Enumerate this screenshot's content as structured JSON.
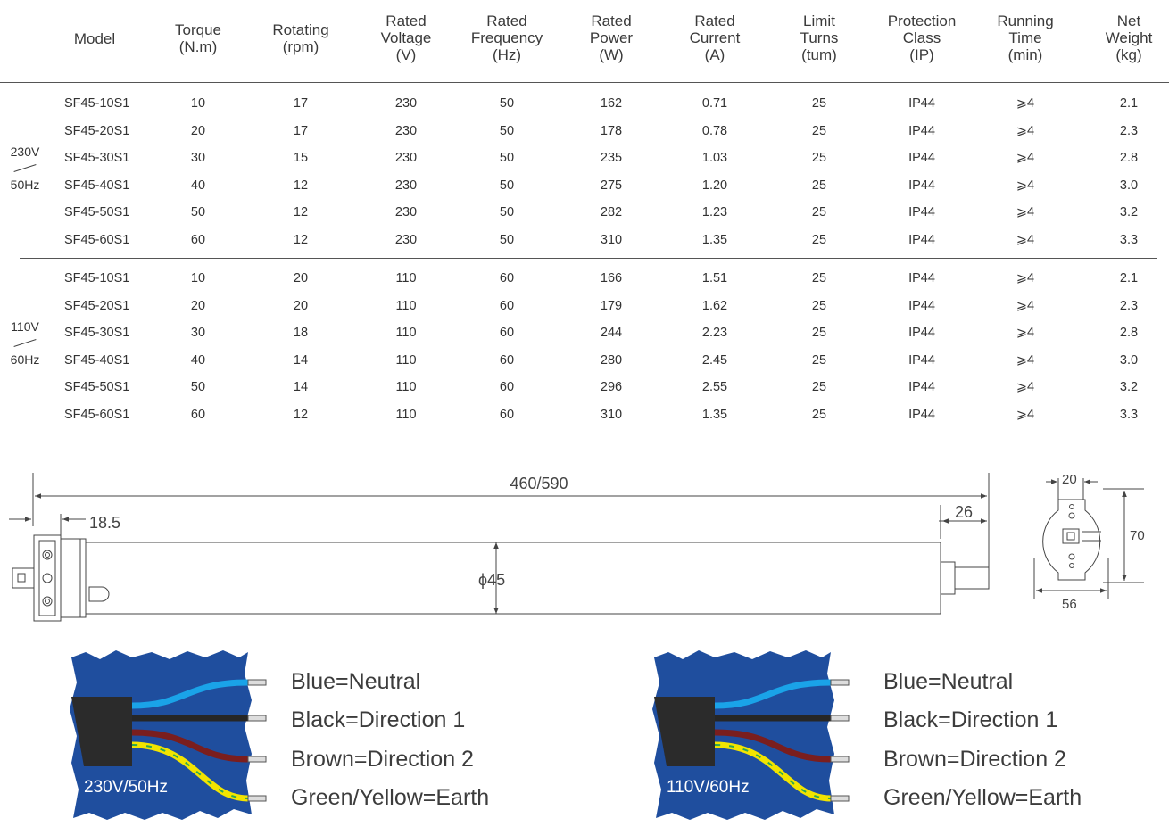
{
  "headers": [
    {
      "label": "Model"
    },
    {
      "label": "Torque\n(N.m)"
    },
    {
      "label": "Rotating\n(rpm)"
    },
    {
      "label": "Rated\nVoltage\n(V)"
    },
    {
      "label": "Rated\nFrequency\n(Hz)"
    },
    {
      "label": "Rated\nPower\n(W)"
    },
    {
      "label": "Rated\nCurrent\n(A)"
    },
    {
      "label": "Limit\nTurns\n(tum)"
    },
    {
      "label": "Protection\nClass\n(IP)"
    },
    {
      "label": "Running\nTime\n(min)"
    },
    {
      "label": "Net\nWeight\n(kg)"
    }
  ],
  "groups": [
    {
      "voltage": "230V",
      "frequency": "50Hz",
      "rows": [
        [
          "SF45-10S1",
          "10",
          "17",
          "230",
          "50",
          "162",
          "0.71",
          "25",
          "IP44",
          "⩾4",
          "2.1"
        ],
        [
          "SF45-20S1",
          "20",
          "17",
          "230",
          "50",
          "178",
          "0.78",
          "25",
          "IP44",
          "⩾4",
          "2.3"
        ],
        [
          "SF45-30S1",
          "30",
          "15",
          "230",
          "50",
          "235",
          "1.03",
          "25",
          "IP44",
          "⩾4",
          "2.8"
        ],
        [
          "SF45-40S1",
          "40",
          "12",
          "230",
          "50",
          "275",
          "1.20",
          "25",
          "IP44",
          "⩾4",
          "3.0"
        ],
        [
          "SF45-50S1",
          "50",
          "12",
          "230",
          "50",
          "282",
          "1.23",
          "25",
          "IP44",
          "⩾4",
          "3.2"
        ],
        [
          "SF45-60S1",
          "60",
          "12",
          "230",
          "50",
          "310",
          "1.35",
          "25",
          "IP44",
          "⩾4",
          "3.3"
        ]
      ]
    },
    {
      "voltage": "110V",
      "frequency": "60Hz",
      "rows": [
        [
          "SF45-10S1",
          "10",
          "20",
          "110",
          "60",
          "166",
          "1.51",
          "25",
          "IP44",
          "⩾4",
          "2.1"
        ],
        [
          "SF45-20S1",
          "20",
          "20",
          "110",
          "60",
          "179",
          "1.62",
          "25",
          "IP44",
          "⩾4",
          "2.3"
        ],
        [
          "SF45-30S1",
          "30",
          "18",
          "110",
          "60",
          "244",
          "2.23",
          "25",
          "IP44",
          "⩾4",
          "2.8"
        ],
        [
          "SF45-40S1",
          "40",
          "14",
          "110",
          "60",
          "280",
          "2.45",
          "25",
          "IP44",
          "⩾4",
          "3.0"
        ],
        [
          "SF45-50S1",
          "50",
          "14",
          "110",
          "60",
          "296",
          "2.55",
          "25",
          "IP44",
          "⩾4",
          "3.2"
        ],
        [
          "SF45-60S1",
          "60",
          "12",
          "110",
          "60",
          "310",
          "1.35",
          "25",
          "IP44",
          "⩾4",
          "3.3"
        ]
      ]
    }
  ],
  "dimensions": {
    "overall_length": "460/590",
    "head_offset": "18.5",
    "shaft_length": "26",
    "diameter": "ϕ45",
    "bracket_width": "20",
    "bracket_height": "70",
    "bracket_base": "56"
  },
  "wiring": [
    {
      "voltage_label": "230V/50Hz",
      "legend": [
        "Blue=Neutral",
        "Black=Direction 1",
        "Brown=Direction 2",
        "Green/Yellow=Earth"
      ]
    },
    {
      "voltage_label": "110V/60Hz",
      "legend": [
        "Blue=Neutral",
        "Black=Direction 1",
        "Brown=Direction 2",
        "Green/Yellow=Earth"
      ]
    }
  ],
  "colors": {
    "panel_blue": "#1f4e9e",
    "wire_blue": "#1aa3e8",
    "wire_black": "#262626",
    "wire_brown": "#7a1e1e",
    "wire_yellow": "#f2e400",
    "wire_green": "#2fa84f"
  }
}
